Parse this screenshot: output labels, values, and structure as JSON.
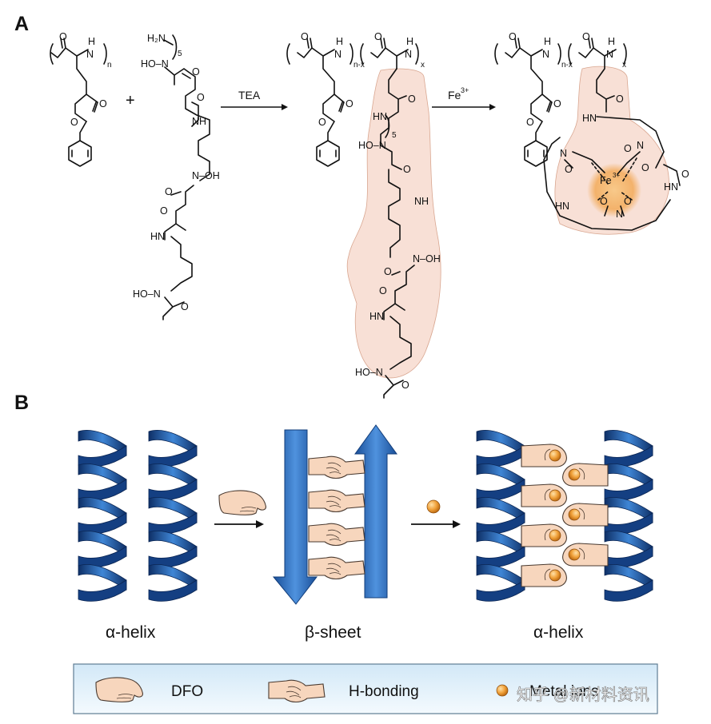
{
  "panels": {
    "a": "A",
    "b": "B"
  },
  "scheme": {
    "reagent1": "TEA",
    "reagent2": "Fe",
    "reagent2_sup": "3+",
    "plus": "+",
    "sub_n": "n",
    "sub_nx": "n-x",
    "sub_x": "x",
    "sub_5": "5",
    "O": "O",
    "NH": "NH",
    "N": "N",
    "H": "H",
    "HN": "HN",
    "NOH": "N–OH",
    "HON": "HO–N",
    "H2N": "H₂N",
    "Ominus": "O",
    "fe_label": "Fe",
    "fe_sup": "3+"
  },
  "captions": {
    "left": "α-helix",
    "middle": "β-sheet",
    "right": "α-helix"
  },
  "legend": {
    "dfo": "DFO",
    "hbond": "H-bonding",
    "metal": "Metal ions"
  },
  "watermark": "知乎 @新材料资讯",
  "colors": {
    "helix": "#1f5fae",
    "helix_dark": "#0e2f66",
    "arrow_blue": "#2f6fc0",
    "skin": "#f7d6bd",
    "metal": "#e8952a",
    "legend_bg": "#e4f1fa",
    "hand_overlay": "#f6d5c8"
  }
}
